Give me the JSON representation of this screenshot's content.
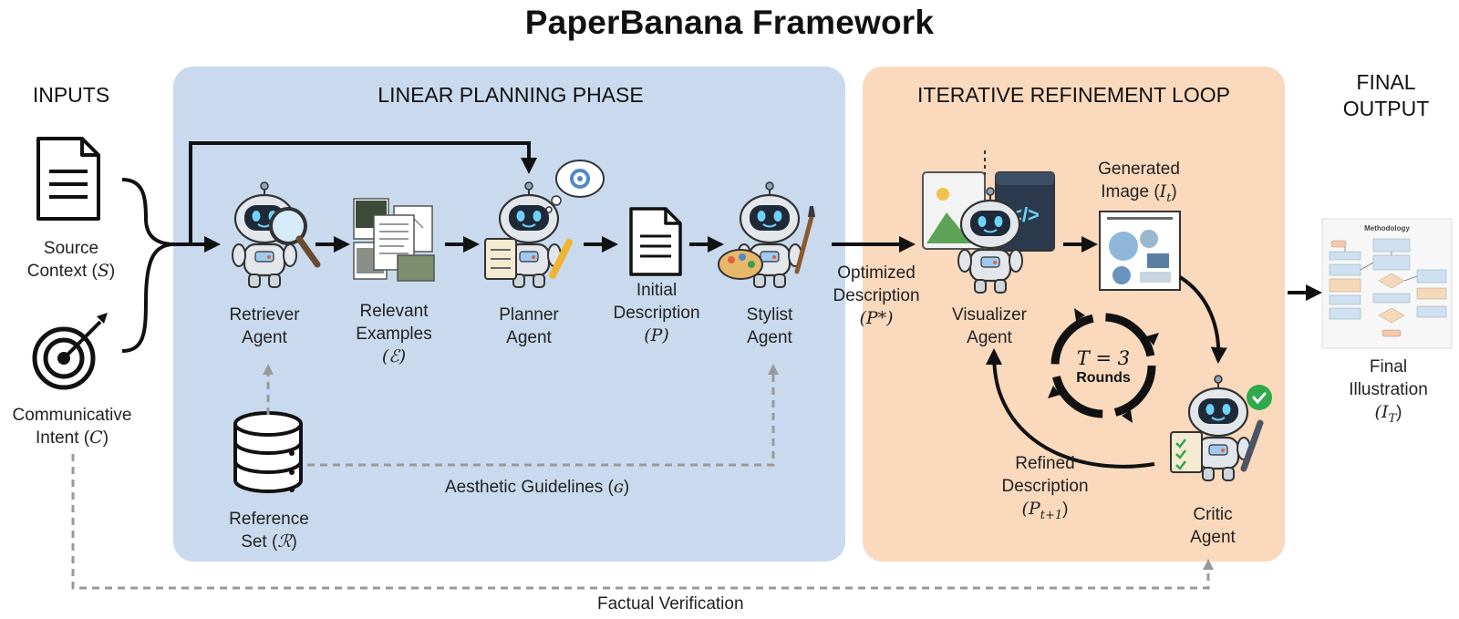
{
  "title": "PaperBanana Framework",
  "sections": {
    "inputs": "INPUTS",
    "planning": "LINEAR PLANNING PHASE",
    "refinement": "ITERATIVE REFINEMENT LOOP",
    "final_line1": "FINAL",
    "final_line2": "OUTPUT"
  },
  "nodes": {
    "source": {
      "line1": "Source",
      "line2": "Context (",
      "sym": "S",
      "close": ")"
    },
    "intent": {
      "line1": "Communicative",
      "line2": "Intent (",
      "sym": "C",
      "close": ")"
    },
    "retriever": {
      "line1": "Retriever",
      "line2": "Agent"
    },
    "examples": {
      "line1": "Relevant",
      "line2": "Examples",
      "sym": "(ℰ)"
    },
    "planner": {
      "line1": "Planner",
      "line2": "Agent"
    },
    "initial": {
      "line1": "Initial",
      "line2": "Description",
      "sym": "(P)"
    },
    "stylist": {
      "line1": "Stylist",
      "line2": "Agent"
    },
    "optimized": {
      "line1": "Optimized",
      "line2": "Description",
      "sym": "(P*)"
    },
    "visualizer": {
      "line1": "Visualizer",
      "line2": "Agent"
    },
    "generated": {
      "line1": "Generated",
      "line2": "Image (",
      "sym": "I",
      "sub": "t",
      "close": ")"
    },
    "critic": {
      "line1": "Critic",
      "line2": "Agent"
    },
    "refined": {
      "line1": "Refined",
      "line2": "Description",
      "sym": "(P",
      "sub": "t+1",
      "close": ")"
    },
    "loop": {
      "equation": "T = 3",
      "label": "Rounds"
    },
    "reference": {
      "line1": "Reference",
      "line2": "Set (",
      "sym": "ℛ",
      "close": ")"
    },
    "final": {
      "line1": "Final",
      "line2": "Illustration",
      "sym": "(I",
      "sub": "T",
      "close": ")"
    }
  },
  "edges": {
    "aesthetic": "Aesthetic Guidelines (",
    "aesthetic_sym": "ɢ",
    "aesthetic_close": ")",
    "factual": "Factual Verification"
  },
  "thumbnail": {
    "title": "Methodology"
  },
  "colors": {
    "panel_blue": "#c9daee",
    "panel_orange": "#fad9bd",
    "arrow": "#111111",
    "dashed": "#999999",
    "check_green": "#2eaa4a"
  }
}
